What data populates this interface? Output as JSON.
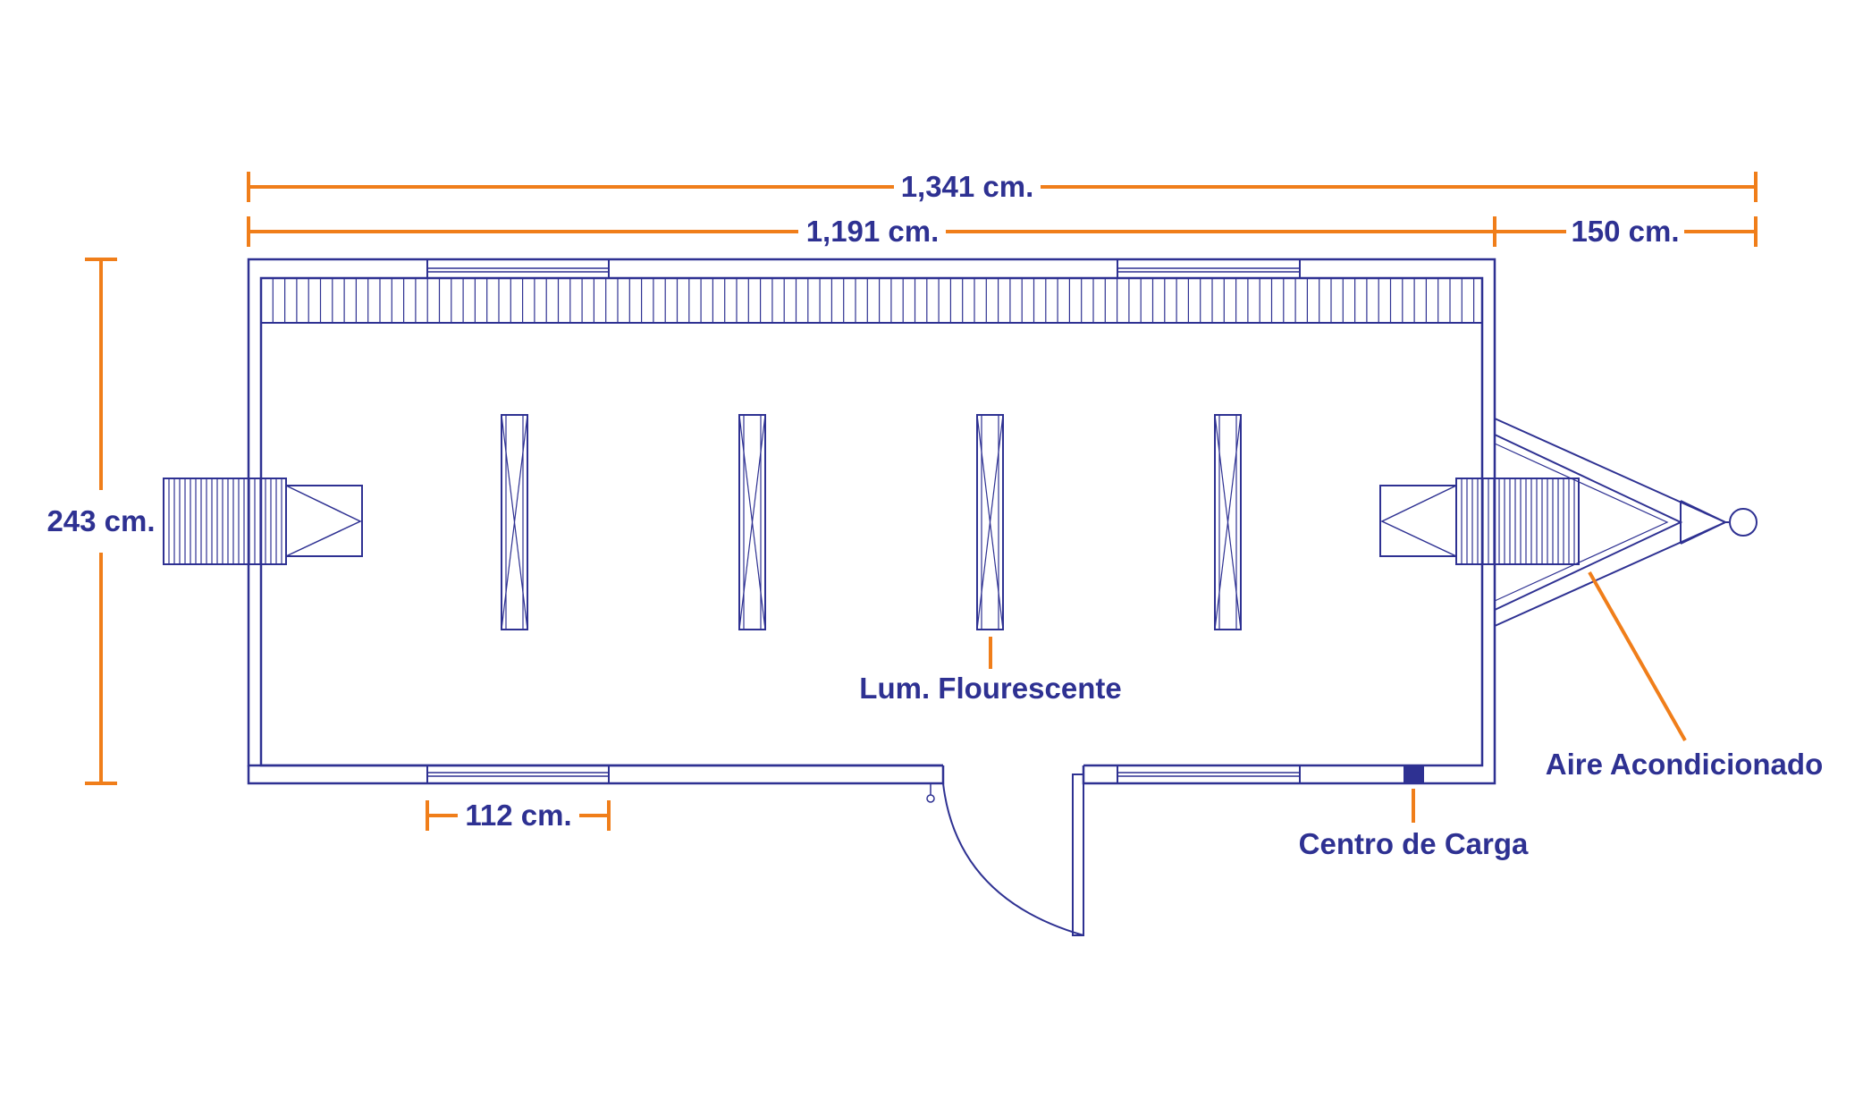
{
  "colors": {
    "line": "#2e3192",
    "dimension": "#f07e1a",
    "background": "#ffffff"
  },
  "dimensions": {
    "overall_length": "1,341 cm.",
    "body_length": "1,191 cm.",
    "hitch_length": "150 cm.",
    "width": "243 cm.",
    "window_width": "112 cm."
  },
  "labels": {
    "lights": "Lum. Flourescente",
    "panel": "Centro de Carga",
    "ac": "Aire Acondicionado"
  }
}
